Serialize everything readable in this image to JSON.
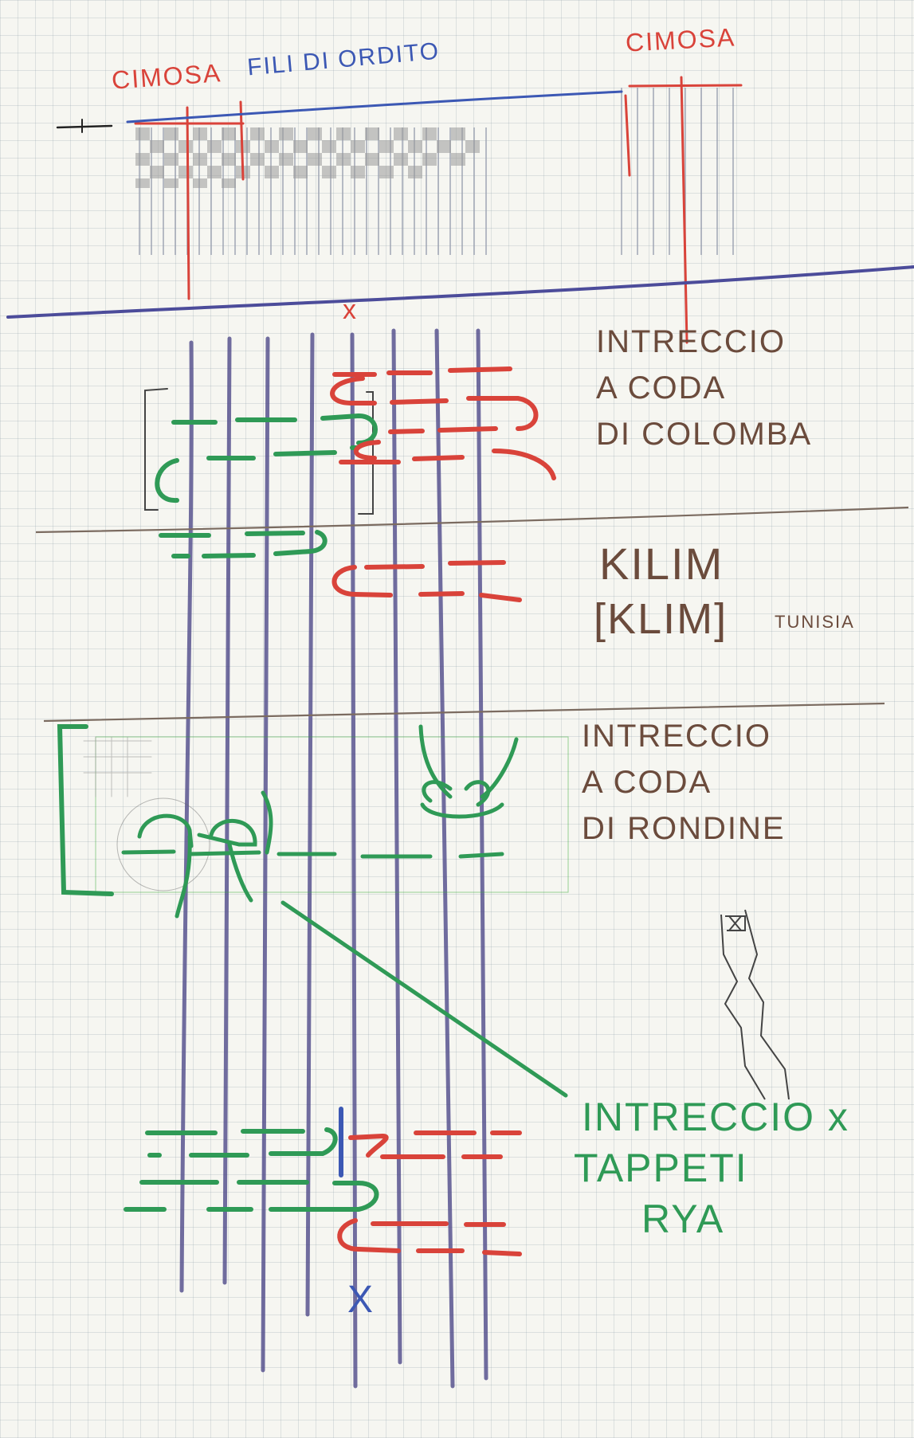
{
  "colors": {
    "red": "#d9433a",
    "blue": "#3c58b4",
    "green": "#2f9a56",
    "brown": "#6b4b3c",
    "warp": "#4f4a8a",
    "paper": "#f6f6f1"
  },
  "header": {
    "cimosa_left": "CIMOSA",
    "fili_di_ordito": "FILI DI ORDITO",
    "cimosa_right": "CIMOSA"
  },
  "sections": {
    "coda_di_colomba": {
      "lines": [
        "INTRECCIO",
        "A CODA",
        "DI COLOMBA"
      ]
    },
    "kilim": {
      "title": "KILIM",
      "bracketed": "KLIM",
      "note": "TUNISIA"
    },
    "coda_di_rondine": {
      "lines": [
        "INTRECCIO",
        "A CODA",
        "DI RONDINE"
      ]
    },
    "rya": {
      "lines": [
        "INTRECCIO x",
        "TAPPETI",
        "RYA"
      ]
    }
  },
  "marks": {
    "x_top": "x",
    "x_bottom": "X"
  }
}
